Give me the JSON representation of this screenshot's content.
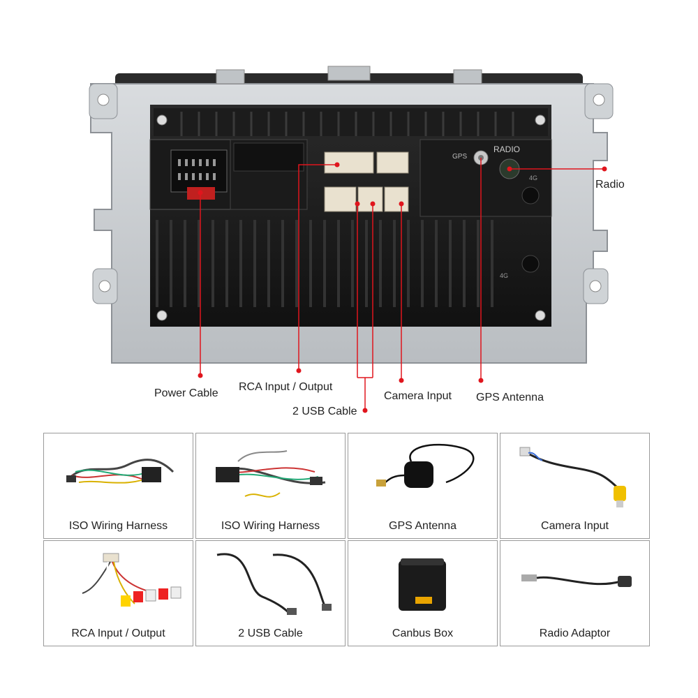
{
  "diagram": {
    "callouts": {
      "power_cable": "Power Cable",
      "rca": "RCA Input / Output",
      "usb": "2 USB Cable",
      "camera": "Camera Input",
      "gps": "GPS Antenna",
      "radio": "Radio"
    },
    "panel_labels": {
      "gps": "GPS",
      "radio": "RADIO",
      "fourg_top": "4G",
      "fourg_bottom": "4G"
    },
    "pointer_color": "#e0151d"
  },
  "accessories": [
    {
      "label": "ISO Wiring Harness",
      "icon": "wiring-harness-icon"
    },
    {
      "label": "ISO Wiring Harness",
      "icon": "wiring-harness-icon"
    },
    {
      "label": "GPS Antenna",
      "icon": "gps-antenna-icon"
    },
    {
      "label": "Camera Input",
      "icon": "camera-cable-icon"
    },
    {
      "label": "RCA Input / Output",
      "icon": "rca-cable-icon"
    },
    {
      "label": "2 USB Cable",
      "icon": "usb-cable-icon"
    },
    {
      "label": "Canbus Box",
      "icon": "canbus-box-icon"
    },
    {
      "label": "Radio Adaptor",
      "icon": "radio-adaptor-icon"
    }
  ]
}
